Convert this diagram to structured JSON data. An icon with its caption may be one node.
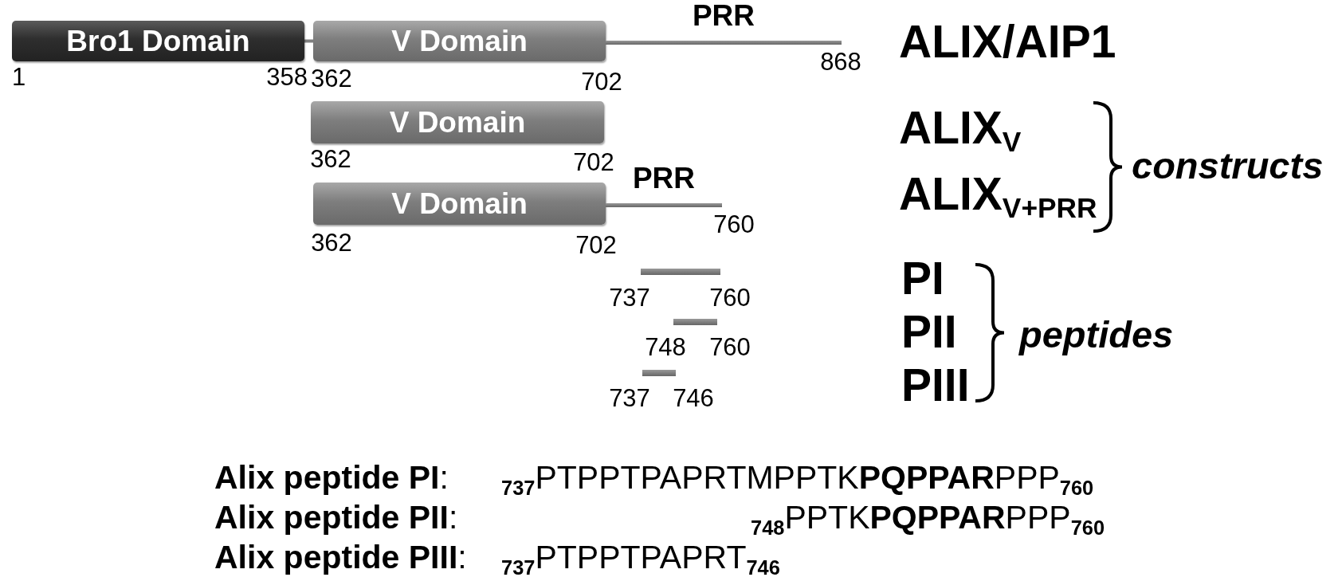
{
  "diagram": {
    "nodes": [
      {
        "text": [
          "Bro1 Domain"
        ]
      },
      {
        "text": [
          "V Domain"
        ]
      },
      {
        "text": [
          "PRR"
        ]
      },
      {
        "text": [
          "V Domain"
        ]
      },
      {
        "text": [
          "V Domain"
        ]
      },
      {
        "text": [
          "PRR"
        ]
      },
      {
        "text": [],
        "shape": "bar"
      },
      {
        "text": [],
        "shape": "bar"
      },
      {
        "text": [],
        "shape": "bar"
      }
    ],
    "edges": [
      {
        "from": 0,
        "to": 1,
        "arrow": "none"
      }
    ],
    "labels": [
      "1",
      "358",
      "362",
      "702",
      "868",
      "ALIX/AIP1",
      "ALIX$_{V}$",
      "362",
      "702",
      "constructs",
      "ALIX$_{V+PRR}$",
      "760",
      "362",
      "702",
      "737",
      "760",
      "PI",
      "PII",
      "peptides",
      "748",
      "760",
      "PIII",
      "737",
      "746",
      "**Alix peptide PI**:",
      "$_{737}$PTPPTPAPRTMPPTK**PQPPAR**PPP$_{760}$",
      "**Alix peptide PII**:",
      "$_{748}$PPTK**PQPPAR**PPP$_{760}$",
      "**Alix peptide PIII**:",
      "$_{737}$PTPPTPAPRT$_{746}$"
    ]
  }
}
